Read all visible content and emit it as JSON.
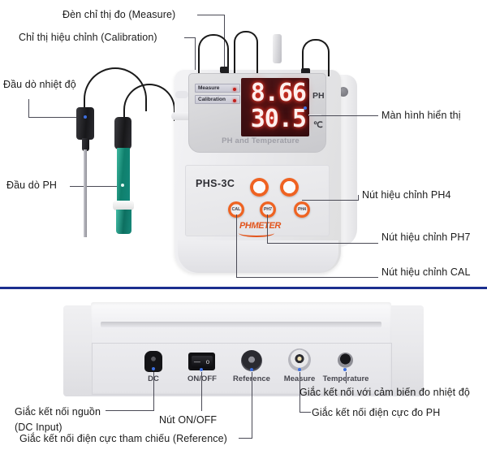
{
  "figure": {
    "title": "PHS-3C pH meter annotated diagram",
    "divider_color": "#1b2f8f"
  },
  "device": {
    "model": "PHS-3C",
    "brand": "PHMETER",
    "display_caption": "PH and Temperature",
    "lcd": {
      "ph_value": "8.66",
      "ph_unit": "PH",
      "temp_value": "30.5",
      "temp_unit": "℃"
    },
    "indicators": [
      {
        "label": "Measure",
        "led_color": "#c2201c"
      },
      {
        "label": "Calibration",
        "led_color": "#c2201c"
      }
    ],
    "buttons": [
      {
        "label": "CAL"
      },
      {
        "label": "PH7"
      },
      {
        "label": "PH4"
      }
    ],
    "rocker_marks": {
      "on": "—",
      "off": "o"
    }
  },
  "rear_ports": [
    {
      "label": "DC"
    },
    {
      "label": "ON/OFF"
    },
    {
      "label": "Reference"
    },
    {
      "label": "Measure"
    },
    {
      "label": "Temperature"
    }
  ],
  "annotations_top": {
    "measure_lamp": "Đèn chỉ thị đo (Measure)",
    "calibration_lamp": "Chỉ thị hiệu chỉnh (Calibration)",
    "temp_probe": "Đầu dò nhiệt độ",
    "ph_probe": "Đầu dò PH",
    "display": "Màn hình hiển thị",
    "btn_ph4": "Nút hiệu chỉnh PH4",
    "btn_ph7": "Nút hiệu chỉnh PH7",
    "btn_cal": "Nút hiệu chỉnh CAL"
  },
  "annotations_bottom": {
    "dc_input_line1": "Giắc kết nối nguồn",
    "dc_input_line2": "(DC Input)",
    "onoff": "Nút ON/OFF",
    "reference": "Giắc kết nối điện cực tham chiếu (Reference)",
    "temperature": "Giắc kết nối với cảm biến đo nhiệt độ",
    "ph_electrode": "Giắc kết nối điện cực đo PH"
  }
}
